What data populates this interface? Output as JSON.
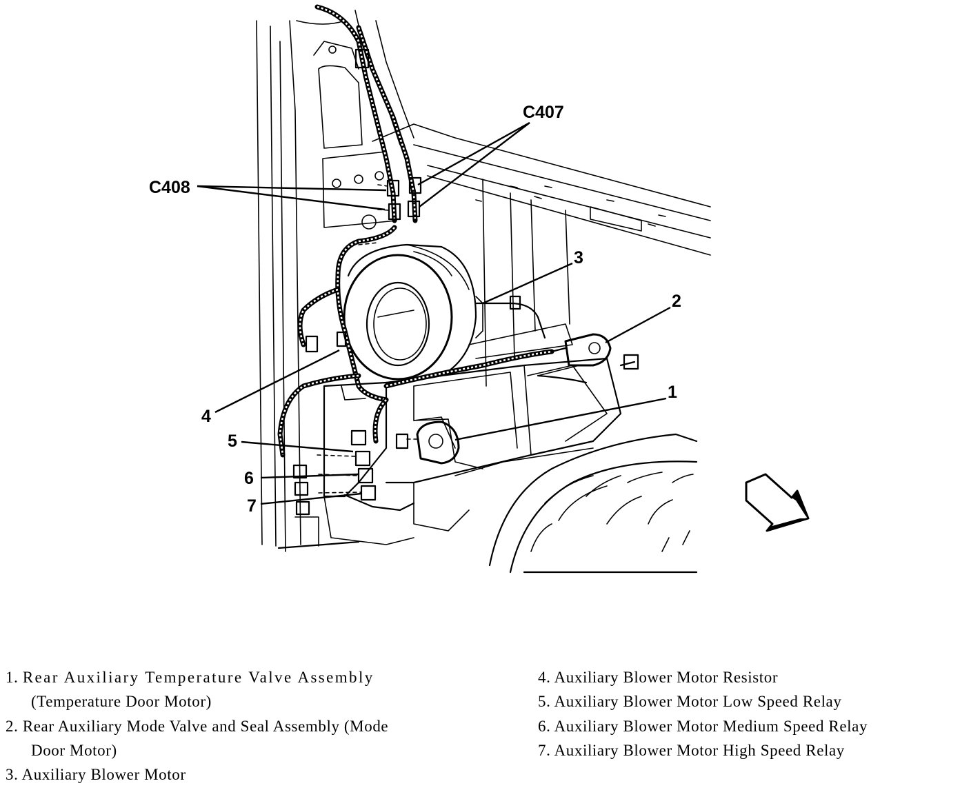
{
  "callouts": {
    "c407": "C407",
    "c408": "C408",
    "n1": "1",
    "n2": "2",
    "n3": "3",
    "n4": "4",
    "n5": "5",
    "n6": "6",
    "n7": "7"
  },
  "legend": [
    {
      "num": "1.",
      "line1": "Rear Auxiliary Temperature Valve Assembly",
      "line2": "(Temperature Door Motor)"
    },
    {
      "num": "2.",
      "line1": "Rear Auxiliary Mode Valve and Seal Assembly (Mode",
      "line2": "Door Motor)"
    },
    {
      "num": "3.",
      "line1": "Auxiliary Blower Motor"
    },
    {
      "num": "4.",
      "line1": "Auxiliary Blower Motor Resistor"
    },
    {
      "num": "5.",
      "line1": "Auxiliary Blower Motor Low Speed Relay"
    },
    {
      "num": "6.",
      "line1": "Auxiliary Blower Motor Medium Speed Relay"
    },
    {
      "num": "7.",
      "line1": "Auxiliary Blower Motor High Speed Relay"
    }
  ],
  "icons": {
    "direction_arrow": "front-direction-arrow-icon"
  }
}
